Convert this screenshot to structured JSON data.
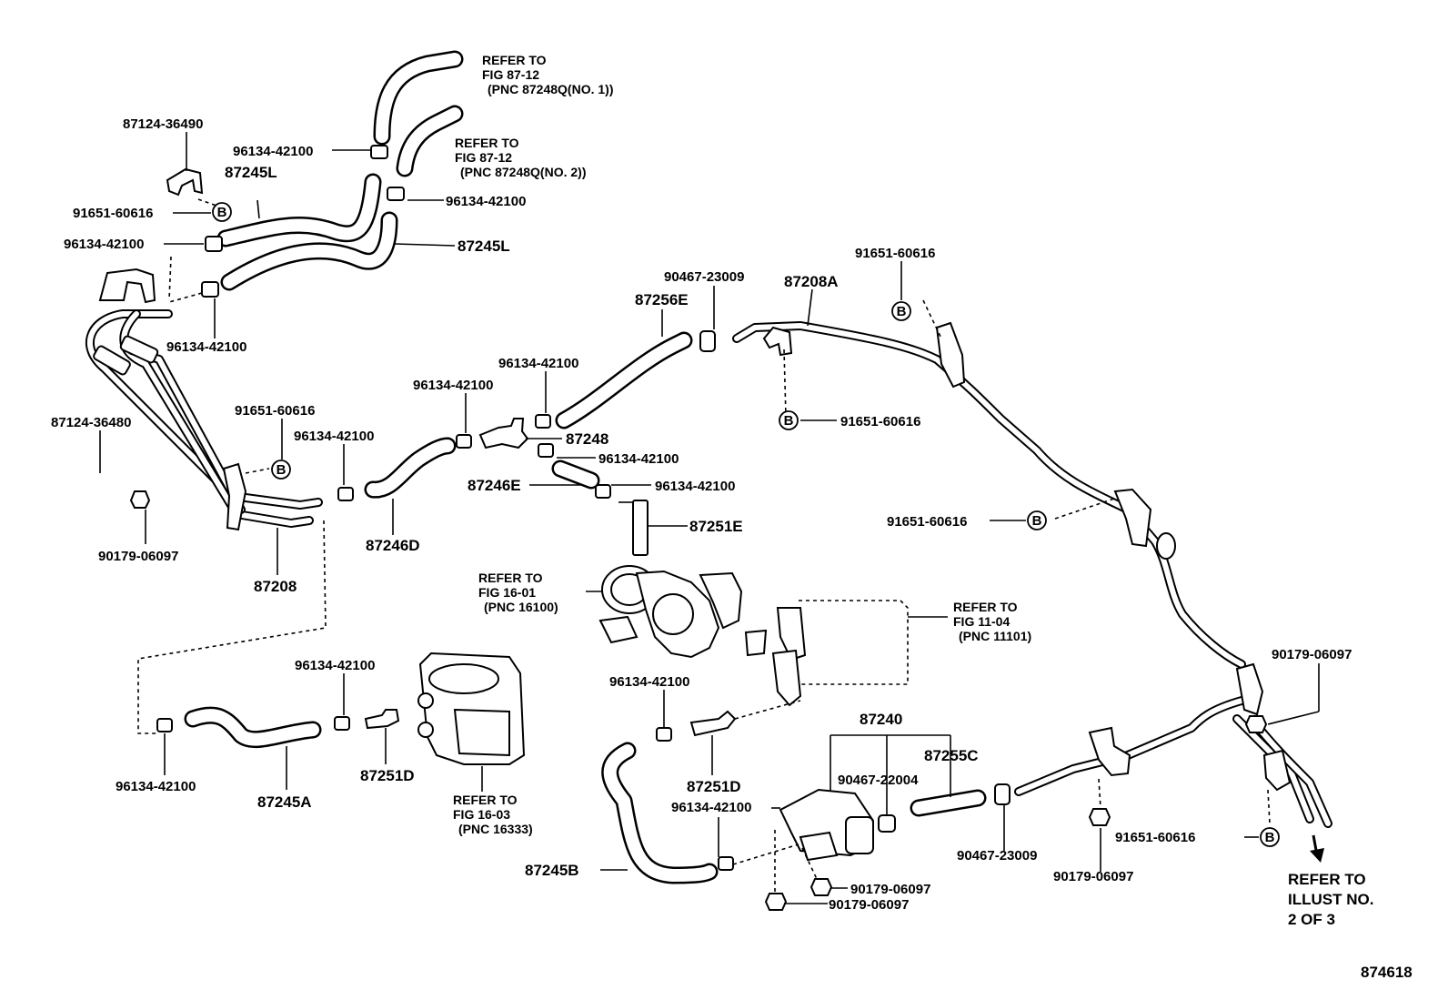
{
  "diagram": {
    "illustration_number": "874618",
    "bolt_marker": "B",
    "refer_notes": {
      "fig_87_12_no1": [
        "REFER TO",
        "FIG 87-12",
        "(PNC 87248Q(NO. 1))"
      ],
      "fig_87_12_no2": [
        "REFER TO",
        "FIG 87-12",
        "(PNC 87248Q(NO. 2))"
      ],
      "fig_16_01": [
        "REFER TO",
        "FIG 16-01",
        "(PNC 16100)"
      ],
      "fig_11_04": [
        "REFER TO",
        "FIG 11-04",
        "(PNC 11101)"
      ],
      "fig_16_03": [
        "REFER TO",
        "FIG 16-03",
        "(PNC 16333)"
      ],
      "illust_2_of_3": [
        "REFER TO",
        "ILLUST NO.",
        "2 OF 3"
      ]
    },
    "labels": {
      "p87124_36490": "87124-36490",
      "p96134_42100_top": "96134-42100",
      "p87245L_top": "87245L",
      "p91651_60616_top_left": "91651-60616",
      "p96134_42100_right_top": "96134-42100",
      "p96134_42100_left": "96134-42100",
      "p87245L_right": "87245L",
      "p96134_42100_under": "96134-42100",
      "p91651_60616_mid_left": "91651-60616",
      "p87124_36480": "87124-36480",
      "p96134_42100_mid": "96134-42100",
      "p90179_06097_left": "90179-06097",
      "p87208": "87208",
      "p96134_42100_near_d": "96134-42100",
      "p87246D": "87246D",
      "p96134_42100_tee_top": "96134-42100",
      "p87248": "87248",
      "p96134_42100_tee_right": "96134-42100",
      "p87246E": "87246E",
      "p96134_42100_e_right": "96134-42100",
      "p87251E": "87251E",
      "p90467_23009_top": "90467-23009",
      "p87256E": "87256E",
      "p87208A": "87208A",
      "p91651_60616_pipe_b": "91651-60616",
      "p91651_60616_top_right": "91651-60616",
      "p91651_60616_right_mid": "91651-60616",
      "p90179_06097_right": "90179-06097",
      "p96134_42100_lower_a": "96134-42100",
      "p96134_42100_lower_a2": "96134-42100",
      "p87245A": "87245A",
      "p87251D_left": "87251D",
      "p96134_42100_tb": "96134-42100",
      "p87251D_mid": "87251D",
      "p87240": "87240",
      "p87255C": "87255C",
      "p90467_22004": "90467-22004",
      "p96134_42100_valve": "96134-42100",
      "p87245B": "87245B",
      "p90467_23009_bottom": "90467-23009",
      "p90179_06097_bottom_right": "90179-06097",
      "p91651_60616_bottom_right": "91651-60616",
      "p90179_06097_valve1": "90179-06097",
      "p90179_06097_valve2": "90179-06097"
    }
  }
}
